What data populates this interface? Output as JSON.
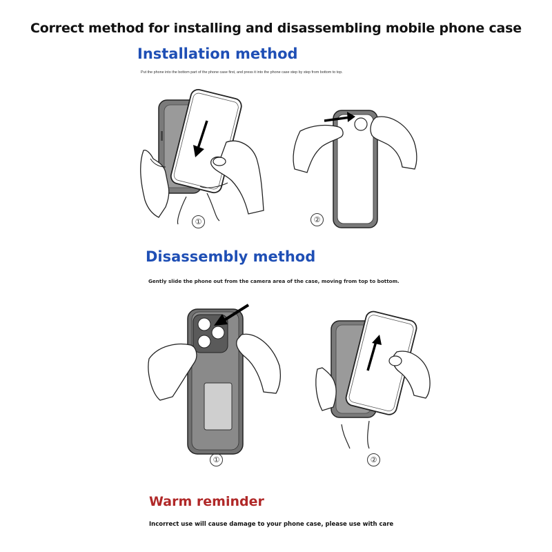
{
  "header": {
    "title": "Correct method for installing and disassembling mobile phone case"
  },
  "installation": {
    "title": "Installation method",
    "instruction": "Put the phone into the bottom part of the phone case first, and press it into the phone case step by step from bottom to top.",
    "steps": [
      {
        "number": "①"
      },
      {
        "number": "②"
      }
    ]
  },
  "disassembly": {
    "title": "Disassembly method",
    "instruction": "Gently slide the phone out from the camera area of the case, moving from top to bottom.",
    "steps": [
      {
        "number": "①"
      },
      {
        "number": "②"
      }
    ]
  },
  "reminder": {
    "title": "Warm reminder",
    "text": "Incorrect use will cause damage to your phone case, please use with care"
  },
  "colors": {
    "header_text": "#111111",
    "section_blue": "#1f4fb5",
    "reminder_red": "#b02828",
    "case_gray": "#6f6f6f",
    "arrow": "#000000"
  }
}
